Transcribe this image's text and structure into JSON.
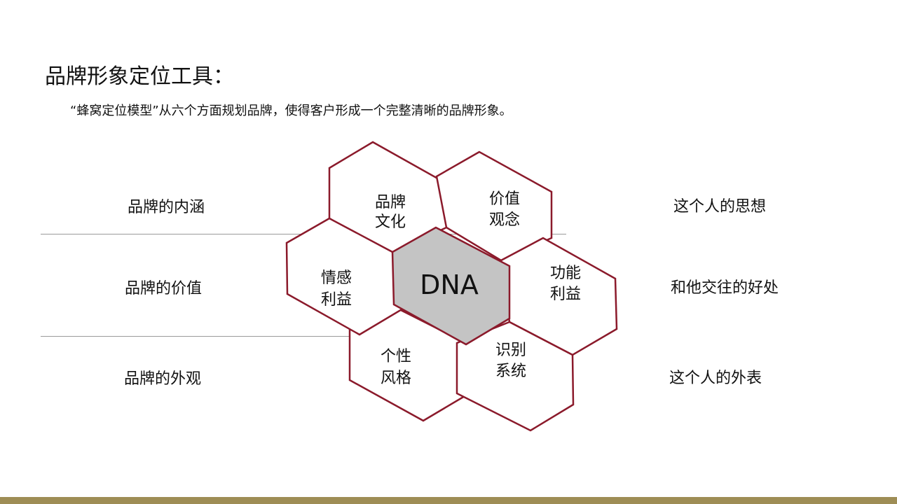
{
  "title": "品牌形象定位工具：",
  "subtitle": "“蜂窝定位模型”从六个方面规划品牌，使得客户形成一个完整清晰的品牌形象。",
  "left_labels": [
    "品牌的内涵",
    "品牌的价值",
    "品牌的外观"
  ],
  "right_labels": [
    "这个人的思想",
    "和他交往的好处",
    "这个人的外表"
  ],
  "hexagons": {
    "brand_culture": [
      "品牌",
      "文化"
    ],
    "values": [
      "价值",
      "观念"
    ],
    "emotional": [
      "情感",
      "利益"
    ],
    "functional": [
      "功能",
      "利益"
    ],
    "personality": [
      "个性",
      "风格"
    ],
    "identity": [
      "识别",
      "系统"
    ],
    "center": "DNA"
  },
  "colors": {
    "hex_stroke": "#8b1a2b",
    "center_fill": "#c4c4c4",
    "footer_bar": "#9e8d55"
  }
}
